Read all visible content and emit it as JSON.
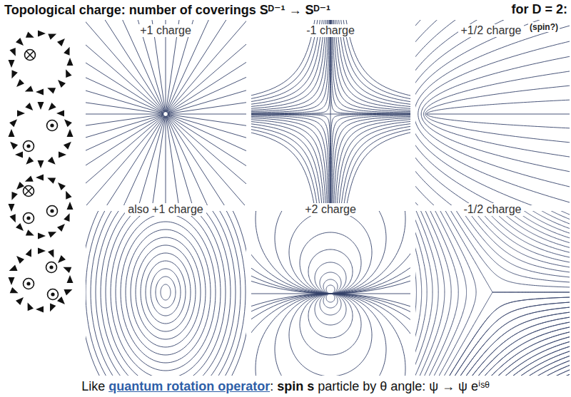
{
  "diagram": {
    "title": "Topological charge: number of coverings Sᴰ⁻¹ → Sᴰ⁻¹",
    "caption": "Like quantum rotation operator: spin s particle by θ angle:  ψ → ψ eⁱˢᶿ",
    "labels": [
      "for D = 2:",
      "+1 charge",
      "-1 charge",
      "+1/2 charge",
      "(spin?)",
      "also +1 charge",
      "+2 charge",
      "-1/2 charge"
    ]
  }
}
